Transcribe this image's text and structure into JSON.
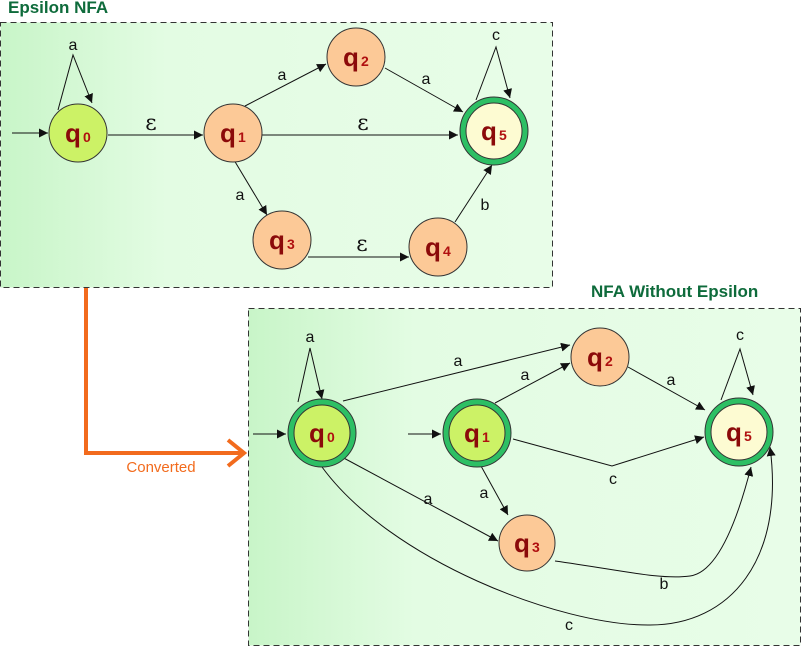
{
  "titles": {
    "epsilon_nfa": "Epsilon NFA",
    "nfa_without_epsilon": "NFA Without Epsilon"
  },
  "arrow_label": "Converted",
  "colors": {
    "title": "#0e6b3b",
    "panel_fill_left": "#c8f5c8",
    "panel_fill_right": "#e6fde6",
    "start_state_fill": "#ccf266",
    "normal_state_fill": "#fcc997",
    "final_state_fill": "#fdfbd2",
    "final_ring": "#2dbf64",
    "state_text": "#8b0a0a",
    "convert_arrow": "#f26b1d"
  },
  "epsilon_nfa": {
    "states": [
      {
        "id": "q0",
        "name": "q",
        "sub": "0",
        "kind": "start"
      },
      {
        "id": "q1",
        "name": "q",
        "sub": "1",
        "kind": "normal"
      },
      {
        "id": "q2",
        "name": "q",
        "sub": "2",
        "kind": "normal"
      },
      {
        "id": "q3",
        "name": "q",
        "sub": "3",
        "kind": "normal"
      },
      {
        "id": "q4",
        "name": "q",
        "sub": "4",
        "kind": "normal"
      },
      {
        "id": "q5",
        "name": "q",
        "sub": "5",
        "kind": "final"
      }
    ],
    "transitions": [
      {
        "from": "q0",
        "to": "q0",
        "label": "a"
      },
      {
        "from": "q0",
        "to": "q1",
        "label": "ε"
      },
      {
        "from": "q1",
        "to": "q2",
        "label": "a"
      },
      {
        "from": "q1",
        "to": "q5",
        "label": "ε"
      },
      {
        "from": "q1",
        "to": "q3",
        "label": "a"
      },
      {
        "from": "q2",
        "to": "q5",
        "label": "a"
      },
      {
        "from": "q3",
        "to": "q4",
        "label": "ε"
      },
      {
        "from": "q4",
        "to": "q5",
        "label": "b"
      },
      {
        "from": "q5",
        "to": "q5",
        "label": "c"
      }
    ]
  },
  "nfa_without_epsilon": {
    "states": [
      {
        "id": "q0",
        "name": "q",
        "sub": "0",
        "kind": "start-final"
      },
      {
        "id": "q1",
        "name": "q",
        "sub": "1",
        "kind": "start-final"
      },
      {
        "id": "q2",
        "name": "q",
        "sub": "2",
        "kind": "normal"
      },
      {
        "id": "q3",
        "name": "q",
        "sub": "3",
        "kind": "normal"
      },
      {
        "id": "q5",
        "name": "q",
        "sub": "5",
        "kind": "final"
      }
    ],
    "transitions": [
      {
        "from": "q0",
        "to": "q0",
        "label": "a"
      },
      {
        "from": "q0",
        "to": "q2",
        "label": "a"
      },
      {
        "from": "q0",
        "to": "q3",
        "label": "a"
      },
      {
        "from": "q0",
        "to": "q5",
        "label": "c"
      },
      {
        "from": "q1",
        "to": "q2",
        "label": "a"
      },
      {
        "from": "q1",
        "to": "q3",
        "label": "a"
      },
      {
        "from": "q1",
        "to": "q5",
        "label": "c"
      },
      {
        "from": "q2",
        "to": "q5",
        "label": "a"
      },
      {
        "from": "q3",
        "to": "q5",
        "label": "b"
      },
      {
        "from": "q5",
        "to": "q5",
        "label": "c"
      }
    ]
  }
}
